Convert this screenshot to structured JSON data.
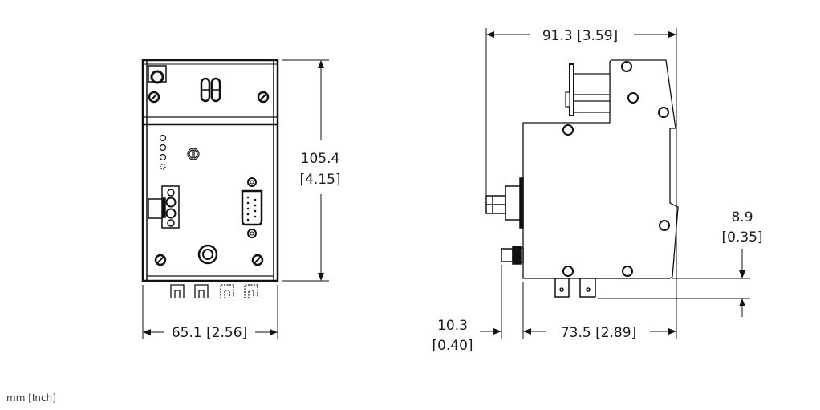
{
  "units_label": "mm [Inch]",
  "front_view": {
    "width_dim": "65.1 [2.56]",
    "height_dim_mm": "105.4",
    "height_dim_in": "[4.15]"
  },
  "side_view": {
    "depth_dim": "91.3 [3.59]",
    "base_depth_dim": "73.5 [2.89]",
    "offset_dim_mm": "10.3",
    "offset_dim_in": "[0.40]",
    "tab_dim_mm": "8.9",
    "tab_dim_in": "[0.35]"
  },
  "colors": {
    "line": "#111111",
    "background": "#ffffff"
  }
}
